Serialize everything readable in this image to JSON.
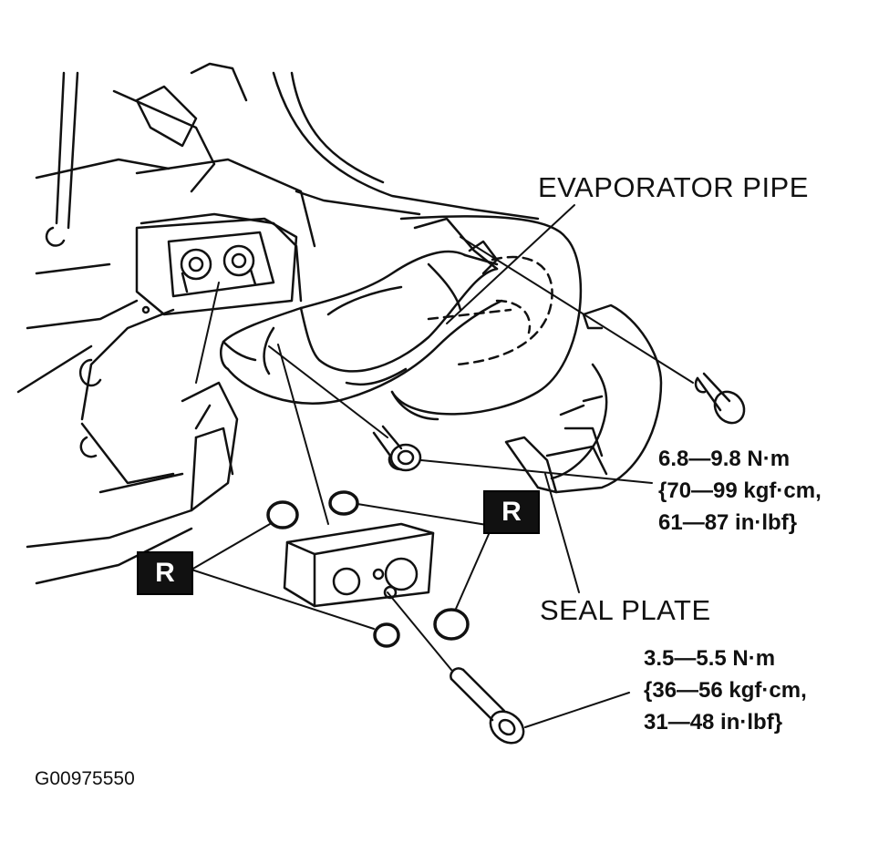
{
  "labels": {
    "evaporator_pipe": "EVAPORATOR PIPE",
    "seal_plate": "SEAL PLATE"
  },
  "badges": {
    "replace_left": "R",
    "replace_right": "R"
  },
  "torque_upper": {
    "line1": "6.8—9.8 N·m",
    "line2": "{70—99 kgf·cm,",
    "line3": "61—87 in·lbf}"
  },
  "torque_lower": {
    "line1": "3.5—5.5 N·m",
    "line2": "{36—56 kgf·cm,",
    "line3": "31—48 in·lbf}"
  },
  "figure_id": "G00975550"
}
